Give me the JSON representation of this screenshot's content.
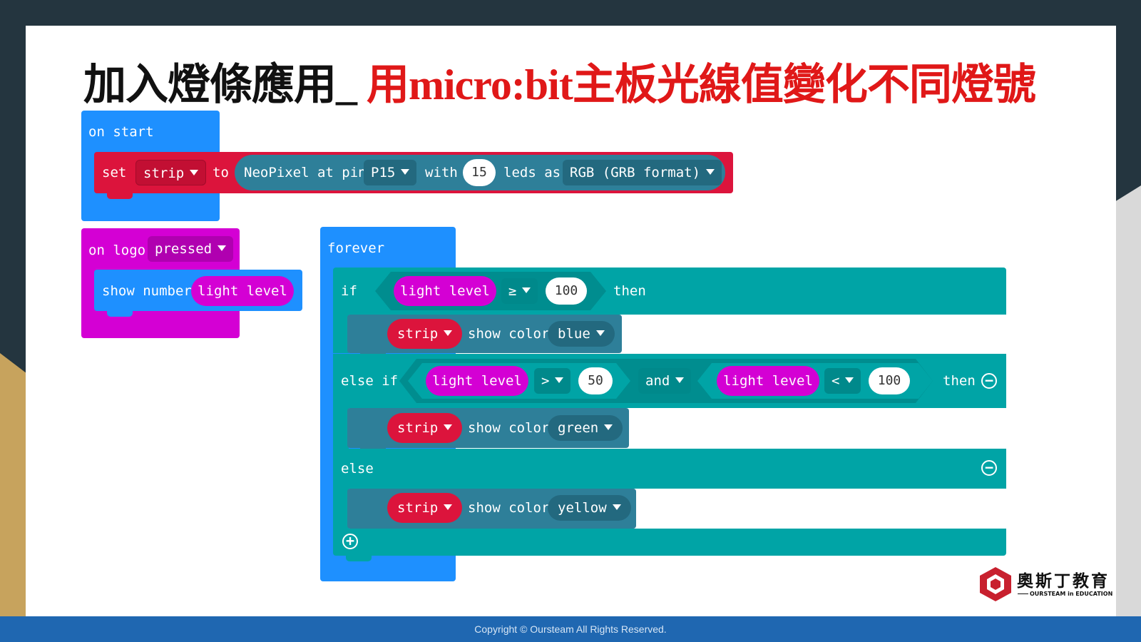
{
  "slide": {
    "title_black": "加入燈條應用_ ",
    "title_red": "用micro:bit主板光線值變化不同燈號",
    "footer": "Copyright © Oursteam All Rights Reserved.",
    "logo_name": "奧斯丁教育",
    "logo_tagline": "OURSTEAM in EDUCATION"
  },
  "colors": {
    "event_blue": "#1e90ff",
    "neopixel_red": "#dc143c",
    "input_magenta": "#d400d4",
    "logic_teal": "#00a4a6",
    "title_red": "#e01818"
  },
  "on_start": {
    "label": "on start",
    "set": "set",
    "var": "strip",
    "to": "to",
    "neopixel": "NeoPixel at pin",
    "pin": "P15",
    "with": "with",
    "leds_count": "15",
    "leds_as": "leds as",
    "format": "RGB (GRB format)"
  },
  "on_logo": {
    "on_logo": "on logo",
    "event": "pressed",
    "show_number": "show number",
    "value": "light level"
  },
  "forever": {
    "label": "forever",
    "if": "if",
    "then": "then",
    "else_if": "else if",
    "and": "and",
    "else": "else",
    "cond1": {
      "left": "light level",
      "op": "≥",
      "right": "100"
    },
    "cond2a": {
      "left": "light level",
      "op": ">",
      "right": "50"
    },
    "cond2b": {
      "left": "light level",
      "op": "<",
      "right": "100"
    },
    "strip": "strip",
    "show_color": "show color",
    "color_blue": "blue",
    "color_green": "green",
    "color_yellow": "yellow"
  }
}
